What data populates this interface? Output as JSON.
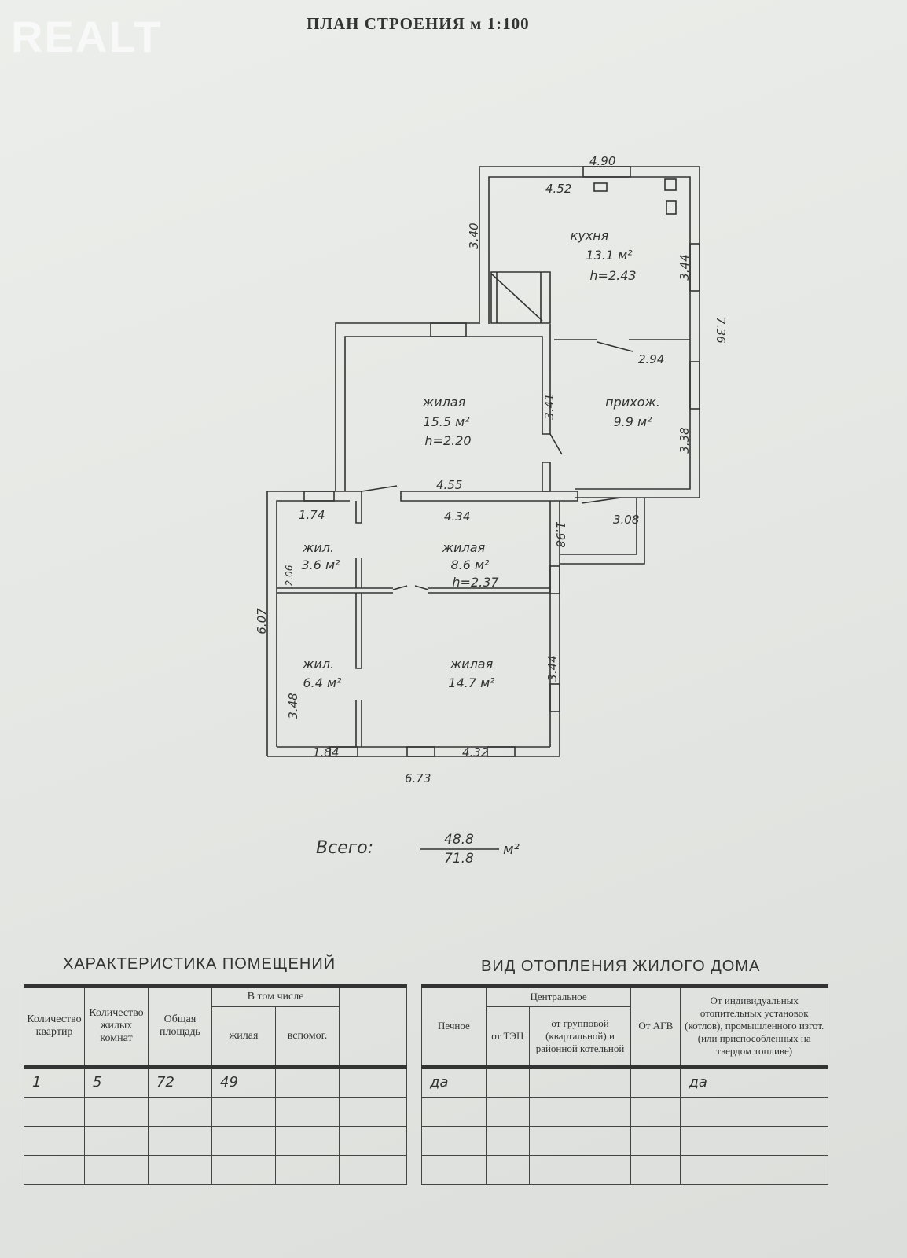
{
  "logo": "REALT",
  "title": "ПЛАН СТРОЕНИЯ м 1:100",
  "plan": {
    "dims": {
      "d490": "4.90",
      "d452": "4.52",
      "d340": "3.40",
      "d344a": "3.44",
      "d736": "7.36",
      "d294": "2.94",
      "d341": "3.41",
      "d338": "3.38",
      "d455": "4.55",
      "d174": "1.74",
      "d434": "4.34",
      "d308": "3.08",
      "d198": "1.98",
      "d206": "2.06",
      "d607": "6.07",
      "d348": "3.48",
      "d344b": "3.44",
      "d184": "1.84",
      "d432": "4.32",
      "d673": "6.73"
    },
    "rooms": [
      {
        "name": "кухня",
        "area": "13.1 м²",
        "height": "h=2.43"
      },
      {
        "name": "жилая",
        "area": "15.5 м²",
        "height": "h=2.20"
      },
      {
        "name": "прихож.",
        "area": "9.9 м²"
      },
      {
        "name": "жил.",
        "area": "3.6 м²"
      },
      {
        "name": "жилая",
        "area": "8.6 м²",
        "height": "h=2.37"
      },
      {
        "name": "жил.",
        "area": "6.4 м²"
      },
      {
        "name": "жилая",
        "area": "14.7 м²"
      }
    ],
    "total_label": "Всего:",
    "total_living": "48.8",
    "total_all": "71.8",
    "total_unit": "м²"
  },
  "rooms_table": {
    "title": "ХАРАКТЕРИСТИКА ПОМЕЩЕНИЙ",
    "headers": [
      "Количество квартир",
      "Количество жилых комнат",
      "Общая площадь",
      "В том числе",
      "жилая",
      "вспомог."
    ],
    "values": [
      "1",
      "5",
      "72",
      "49"
    ]
  },
  "heating_table": {
    "title": "ВИД ОТОПЛЕНИЯ ЖИЛОГО ДОМА",
    "headers": [
      "Печное",
      "Центральное",
      "от ТЭЦ",
      "от групповой (квартальной) и районной котельной",
      "От АГВ",
      "От индивидуальных отопительных установок (котлов), промышленного изгот. (или приспособленных на твердом топливе)"
    ],
    "values": [
      "да",
      "да"
    ]
  }
}
